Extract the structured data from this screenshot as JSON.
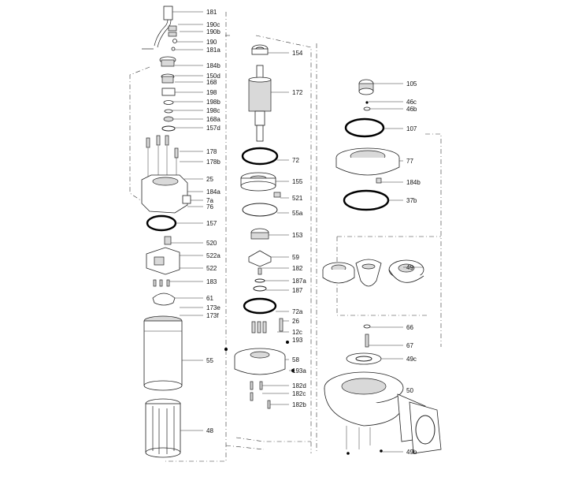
{
  "labels": {
    "col1": [
      "181",
      "190c",
      "190b",
      "190",
      "181a",
      "184b",
      "150d",
      "168",
      "198",
      "198b",
      "198c",
      "168a",
      "157d",
      "178",
      "178b",
      "25",
      "184a",
      "7a",
      "76",
      "157",
      "520",
      "522a",
      "522",
      "183",
      "61",
      "173e",
      "173f",
      "55",
      "48"
    ],
    "col2": [
      "154",
      "172",
      "72",
      "155",
      "521",
      "55a",
      "153",
      "59",
      "182",
      "187a",
      "187",
      "72a",
      "26",
      "12c",
      "193",
      "58",
      "193a",
      "182d",
      "182c",
      "182b"
    ],
    "col3": [
      "105",
      "46c",
      "46b",
      "107",
      "77",
      "184b",
      "37b",
      "49",
      "66",
      "67",
      "49c",
      "50",
      "49b"
    ]
  }
}
